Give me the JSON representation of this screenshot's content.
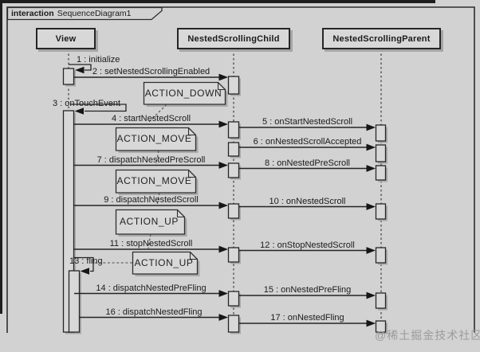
{
  "frame": {
    "keyword": "interaction",
    "title": "SequenceDiagram1"
  },
  "participants": [
    {
      "name": "View"
    },
    {
      "name": "NestedScrollingChild"
    },
    {
      "name": "NestedScrollingParent"
    }
  ],
  "messages": [
    {
      "num": 1,
      "label": "1 : initialize",
      "from": "View",
      "to": "View",
      "type": "self"
    },
    {
      "num": 2,
      "label": "2 : setNestedScrollingEnabled",
      "from": "View",
      "to": "NestedScrollingChild",
      "type": "call"
    },
    {
      "num": 3,
      "label": "3 : onTouchEvent",
      "from": "View",
      "to": "View",
      "type": "self"
    },
    {
      "num": 4,
      "label": "4 : startNestedScroll",
      "from": "View",
      "to": "NestedScrollingChild",
      "type": "call"
    },
    {
      "num": 5,
      "label": "5 : onStartNestedScroll",
      "from": "NestedScrollingChild",
      "to": "NestedScrollingParent",
      "type": "call"
    },
    {
      "num": 6,
      "label": "6 : onNestedScrollAccepted",
      "from": "NestedScrollingChild",
      "to": "NestedScrollingParent",
      "type": "call"
    },
    {
      "num": 7,
      "label": "7 : dispatchNestedPreScroll",
      "from": "View",
      "to": "NestedScrollingChild",
      "type": "call"
    },
    {
      "num": 8,
      "label": "8 : onNestedPreScroll",
      "from": "NestedScrollingChild",
      "to": "NestedScrollingParent",
      "type": "call"
    },
    {
      "num": 9,
      "label": "9 : dispatchNestedScroll",
      "from": "View",
      "to": "NestedScrollingChild",
      "type": "call"
    },
    {
      "num": 10,
      "label": "10 : onNestedScroll",
      "from": "NestedScrollingChild",
      "to": "NestedScrollingParent",
      "type": "call"
    },
    {
      "num": 11,
      "label": "11 : stopNestedScroll",
      "from": "View",
      "to": "NestedScrollingChild",
      "type": "call"
    },
    {
      "num": 12,
      "label": "12 : onStopNestedScroll",
      "from": "NestedScrollingChild",
      "to": "NestedScrollingParent",
      "type": "call"
    },
    {
      "num": 13,
      "label": "13 : fling",
      "from": "View",
      "to": "View",
      "type": "self"
    },
    {
      "num": 14,
      "label": "14 : dispatchNestedPreFling",
      "from": "View",
      "to": "NestedScrollingChild",
      "type": "call"
    },
    {
      "num": 15,
      "label": "15 : onNestedPreFling",
      "from": "NestedScrollingChild",
      "to": "NestedScrollingParent",
      "type": "call"
    },
    {
      "num": 16,
      "label": "16 : dispatchNestedFling",
      "from": "View",
      "to": "NestedScrollingChild",
      "type": "call"
    },
    {
      "num": 17,
      "label": "17 : onNestedFling",
      "from": "NestedScrollingChild",
      "to": "NestedScrollingParent",
      "type": "call"
    }
  ],
  "notes": [
    {
      "label": "ACTION_DOWN"
    },
    {
      "label": "ACTION_MOVE"
    },
    {
      "label": "ACTION_MOVE"
    },
    {
      "label": "ACTION_UP"
    },
    {
      "label": "ACTION_UP"
    }
  ],
  "watermark": "@稀土掘金技术社区",
  "colors": {
    "background": "#d2d2d2",
    "line": "#242424",
    "box_fill": "#d8d8d8",
    "shadow": "#a6a6a6",
    "watermark": "#9b9b9b"
  }
}
